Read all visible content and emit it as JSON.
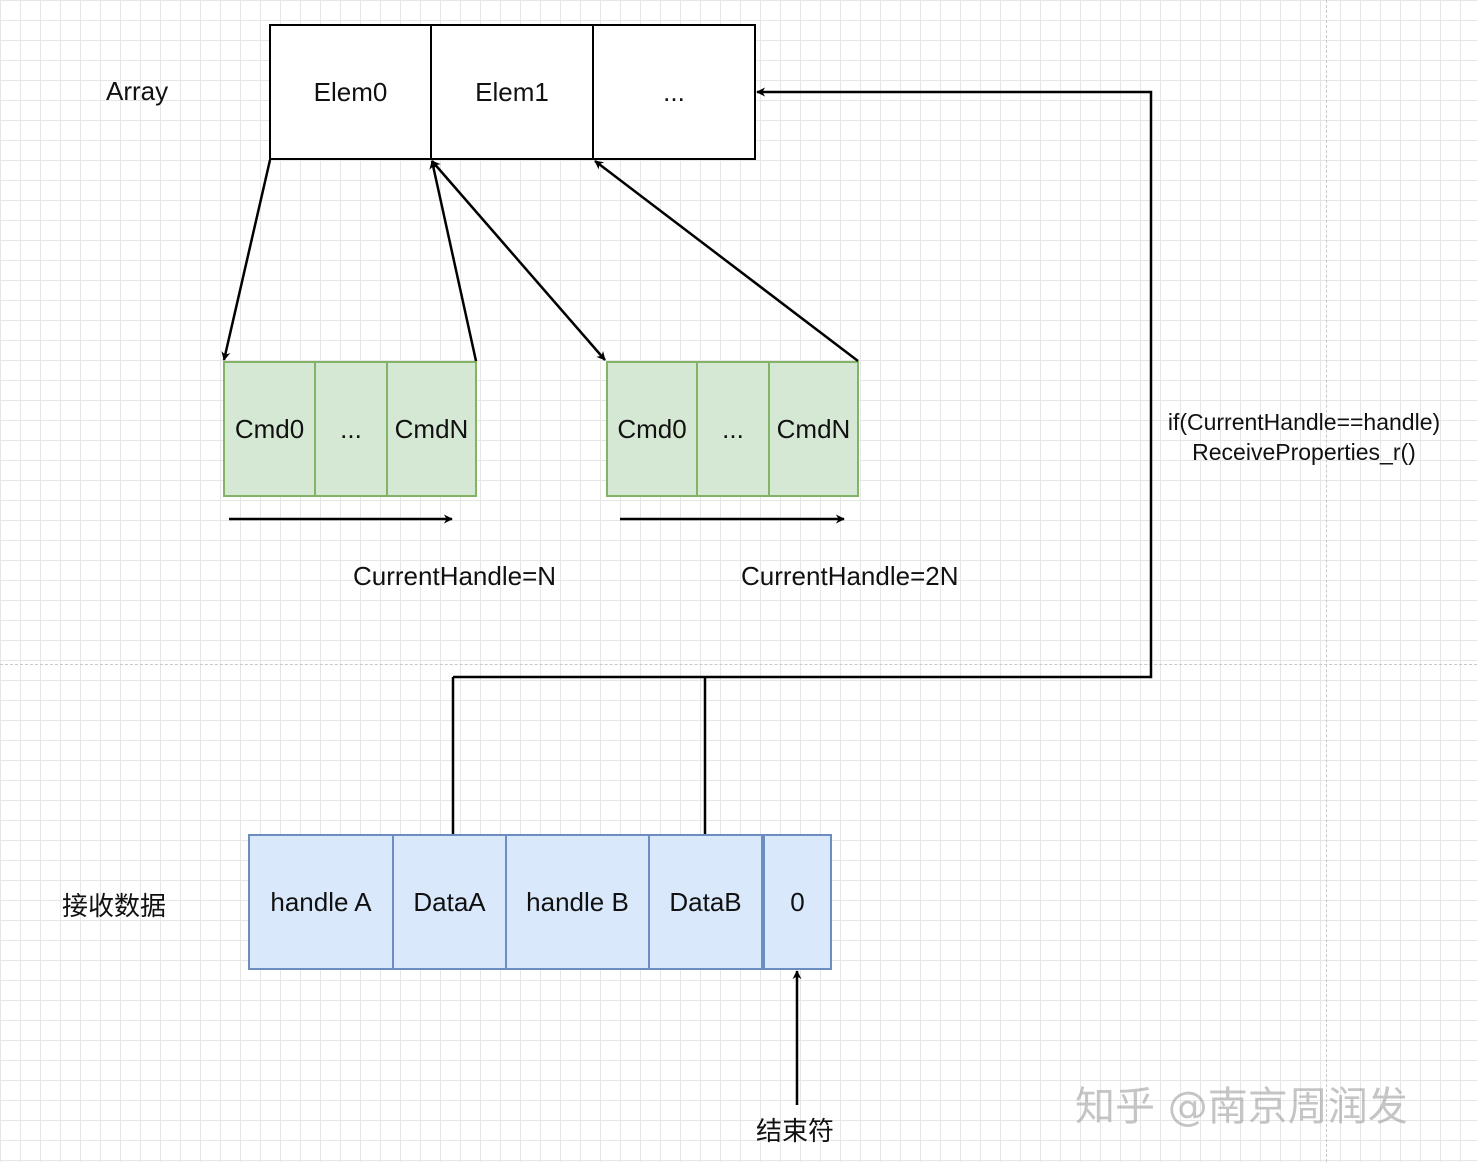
{
  "array": {
    "label": "Array",
    "cells": [
      "Elem0",
      "Elem1",
      "..."
    ]
  },
  "cmd_groups": [
    {
      "cells": [
        "Cmd0",
        "...",
        "CmdN"
      ],
      "handle_label": "CurrentHandle=N"
    },
    {
      "cells": [
        "Cmd0",
        "...",
        "CmdN"
      ],
      "handle_label": "CurrentHandle=2N"
    }
  ],
  "condition": {
    "line1": "if(CurrentHandle==handle)",
    "line2": "ReceiveProperties_r()"
  },
  "received": {
    "label": "接收数据",
    "cells": [
      "handle A",
      "DataA",
      "handle B",
      "DataB",
      "0"
    ]
  },
  "terminator_label": "结束符",
  "watermark": "知乎 @南京周润发",
  "colors": {
    "cmd_fill": "#d5e8d4",
    "cmd_border": "#82b366",
    "data_fill": "#dae8fc",
    "data_border": "#6c8ebf"
  }
}
